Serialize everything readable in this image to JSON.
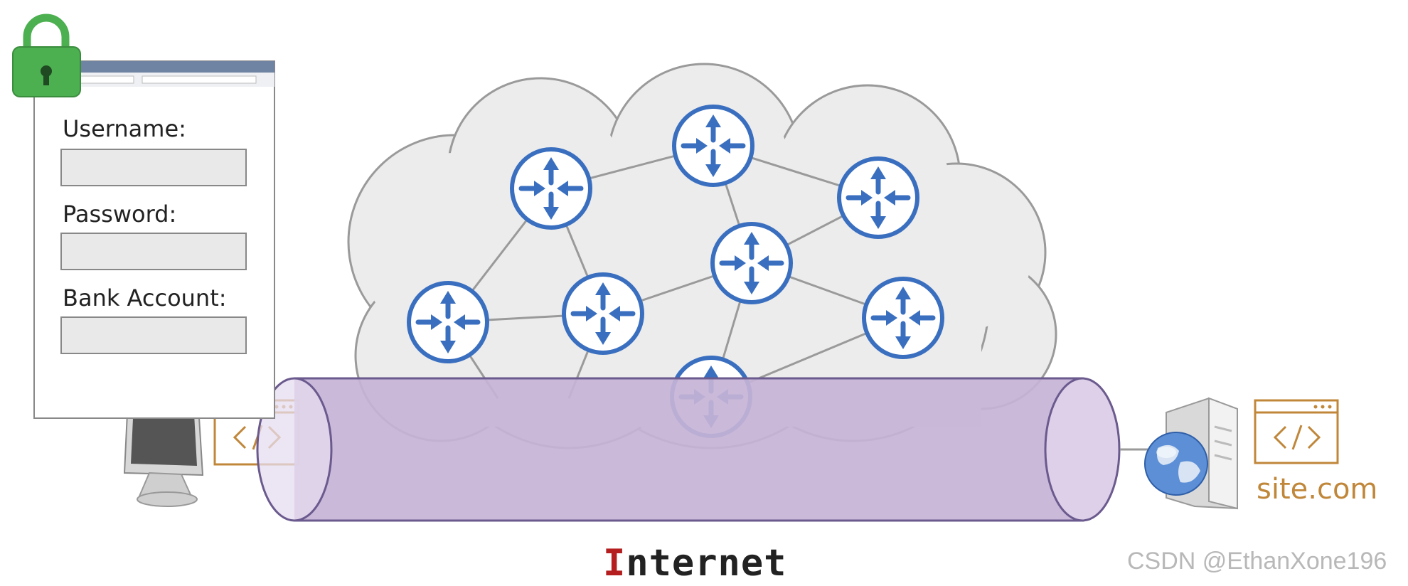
{
  "form": {
    "fields": [
      {
        "label": "Username:"
      },
      {
        "label": "Password:"
      },
      {
        "label": "Bank Account:"
      }
    ]
  },
  "network": {
    "label_first": "I",
    "label_rest": "nternet"
  },
  "server": {
    "domain": "site.com"
  },
  "watermark": "CSDN @EthanXone196",
  "colors": {
    "router_blue": "#3a6fc0",
    "tunnel_purple": "#c6b3d6",
    "tunnel_edge": "#6b5a8e",
    "lock_green": "#4caf50",
    "code_orange": "#c0873a",
    "cloud_fill": "#ececec",
    "cloud_stroke": "#9a9a9a",
    "internet_accent": "#b51e1e"
  },
  "icons": [
    "lock-icon",
    "router-icon",
    "monitor-icon",
    "server-icon",
    "globe-icon",
    "code-window-icon"
  ]
}
